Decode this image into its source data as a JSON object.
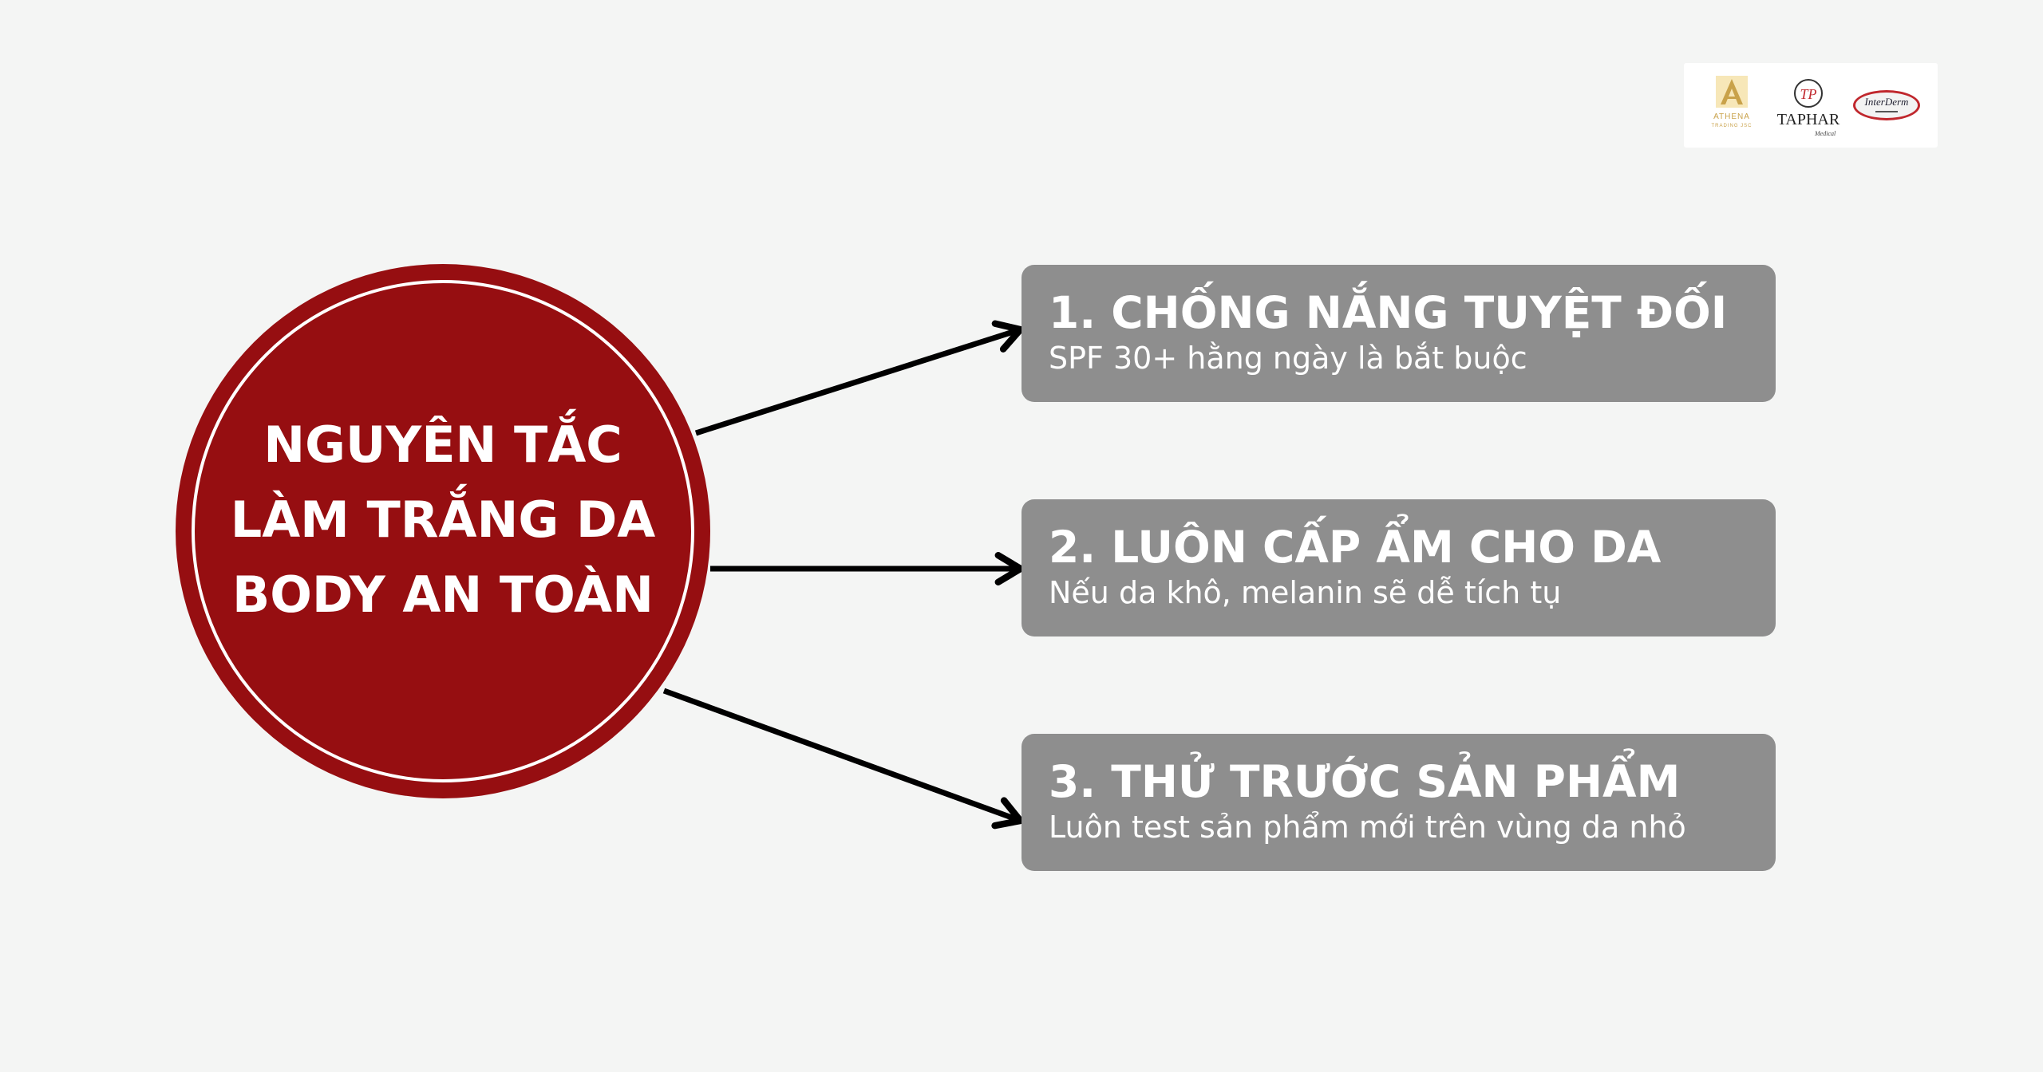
{
  "logos": {
    "athena": {
      "name": "ATHENA",
      "sub": "TRADING JSC"
    },
    "taphar": {
      "name": "TAPHAR",
      "sub": "Medical",
      "mark": "TP"
    },
    "interderm": {
      "name": "InterDerm"
    }
  },
  "center": {
    "lines": [
      "NGUYÊN TẮC",
      "LÀM TRẮNG DA",
      "BODY AN TOÀN"
    ],
    "color": "#960e11"
  },
  "items": [
    {
      "heading": "1. CHỐNG NẮNG TUYỆT ĐỐI",
      "description": "SPF 30+ hằng ngày là bắt buộc"
    },
    {
      "heading": "2. LUÔN CẤP ẨM CHO DA",
      "description": "Nếu da khô, melanin sẽ dễ tích tụ"
    },
    {
      "heading": "3. THỬ TRƯỚC SẢN PHẨM",
      "description": "Luôn test sản phẩm mới trên vùng da nhỏ"
    }
  ],
  "colors": {
    "background": "#f4f5f4",
    "box": "#8e8e8e",
    "arrow": "#000000"
  }
}
